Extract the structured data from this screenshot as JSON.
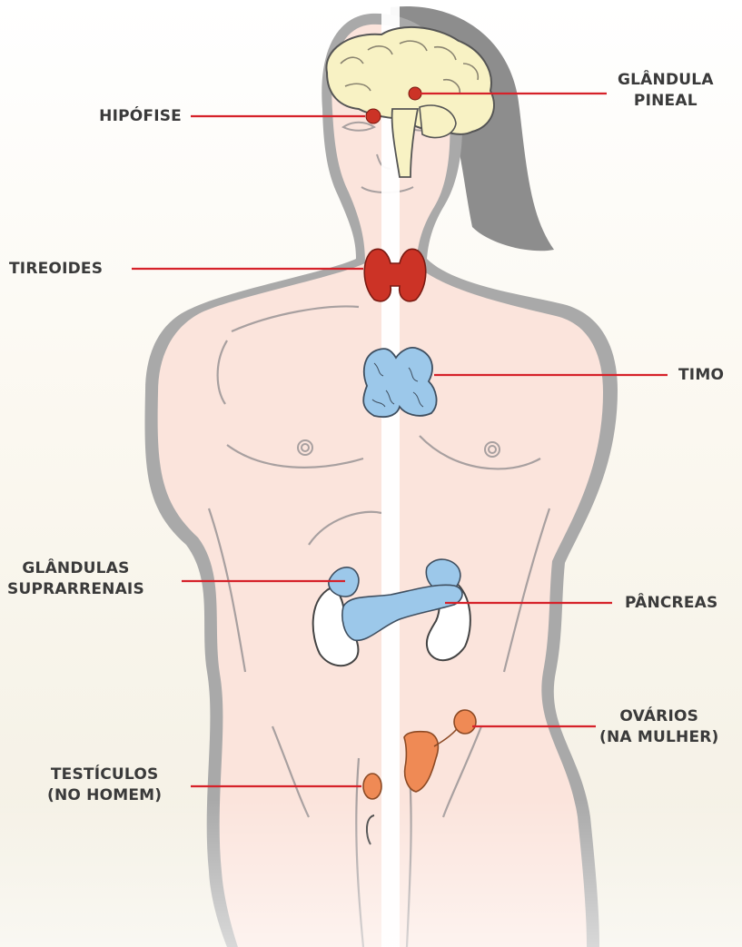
{
  "labels": {
    "hipofise": "HIPÓFISE",
    "pineal": [
      "GLÂNDULA",
      "PINEAL"
    ],
    "tireoides": "TIREOIDES",
    "timo": "TIMO",
    "suprarrenais": [
      "GLÂNDULAS",
      "SUPRARRENAIS"
    ],
    "pancreas": "PÂNCREAS",
    "ovarios": [
      "OVÁRIOS",
      "(NA MULHER)"
    ],
    "testiculos": [
      "TESTÍCULOS",
      "(NO HOMEM)"
    ]
  },
  "colors": {
    "line": "#d6222a",
    "skin": "#fbe6df",
    "shadow": "#9a9a9a",
    "brain": "#f8f2c4",
    "red_gland": "#cc3326",
    "blue_gland": "#9cc8ea",
    "orange_gland": "#ef8a55",
    "text": "#3a3a3a"
  }
}
